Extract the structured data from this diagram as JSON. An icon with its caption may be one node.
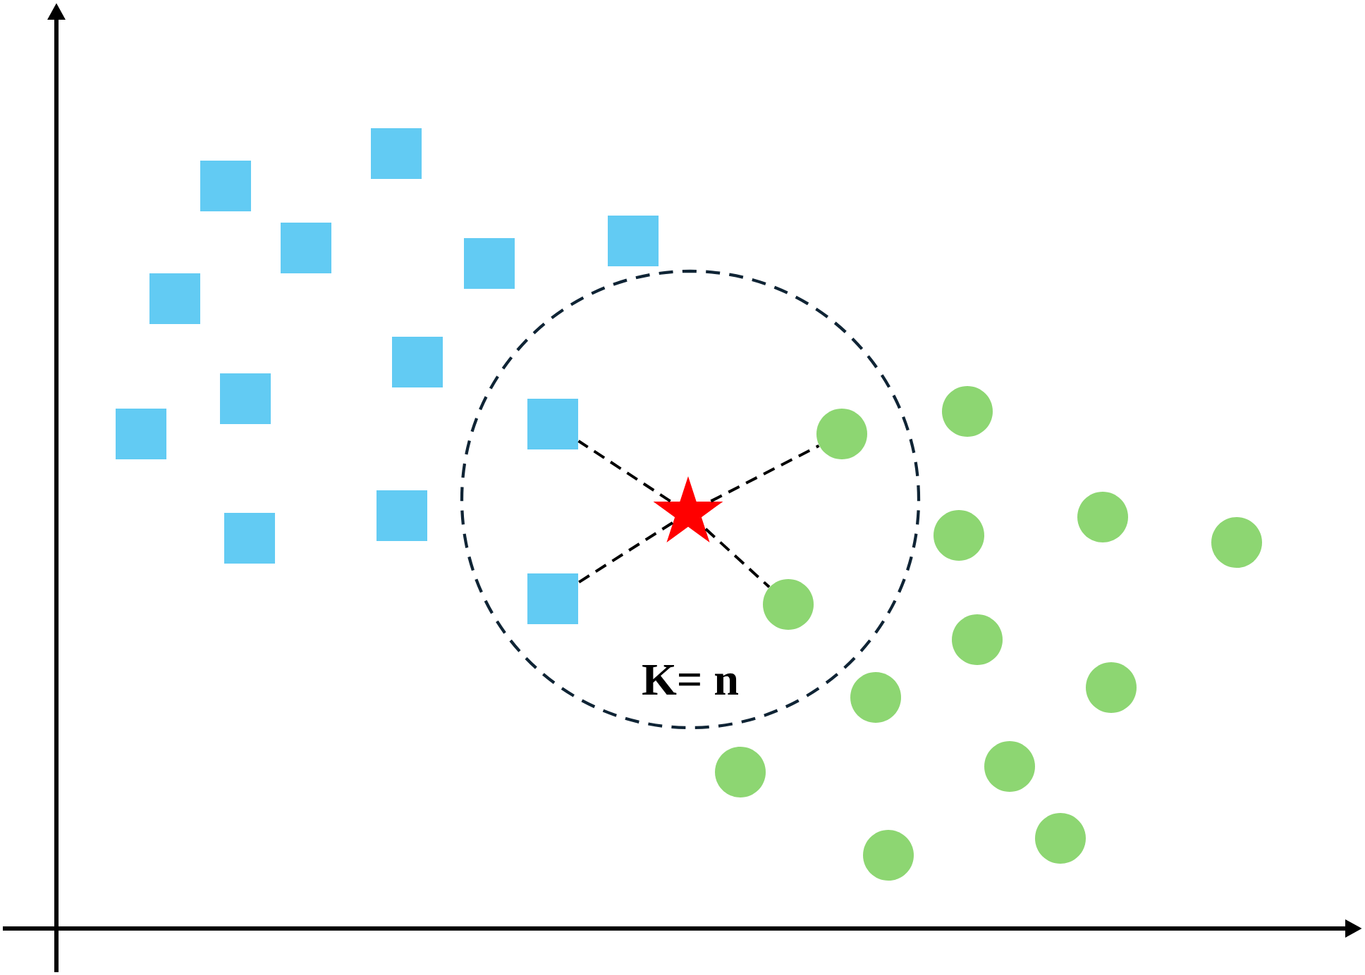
{
  "diagram": {
    "nodes": [
      {
        "text": [
          "K= n"
        ]
      },
      {
        "text": [],
        "shape": "square"
      },
      {
        "text": [],
        "shape": "square"
      },
      {
        "text": [],
        "shape": "square"
      },
      {
        "text": [],
        "shape": "square"
      },
      {
        "text": [],
        "shape": "square"
      },
      {
        "text": [],
        "shape": "square"
      },
      {
        "text": [],
        "shape": "square"
      },
      {
        "text": [],
        "shape": "square"
      },
      {
        "text": [],
        "shape": "square",
        "in": 0
      },
      {
        "text": [],
        "shape": "square"
      },
      {
        "text": [],
        "shape": "square"
      },
      {
        "text": [],
        "shape": "square"
      },
      {
        "text": [],
        "shape": "square",
        "in": 0
      },
      {
        "text": [],
        "shape": "star",
        "in": 0
      },
      {
        "text": [],
        "shape": "circle"
      },
      {
        "text": [],
        "shape": "circle",
        "in": 0
      },
      {
        "text": [],
        "shape": "circle"
      },
      {
        "text": [],
        "shape": "circle"
      },
      {
        "text": [],
        "shape": "circle"
      },
      {
        "text": [],
        "shape": "circle",
        "in": 0
      },
      {
        "text": [],
        "shape": "circle"
      },
      {
        "text": [],
        "shape": "circle"
      },
      {
        "text": [],
        "shape": "circle"
      },
      {
        "text": [],
        "shape": "circle"
      },
      {
        "text": [],
        "shape": "circle"
      },
      {
        "text": [],
        "shape": "circle"
      },
      {
        "text": [],
        "shape": "circle"
      }
    ],
    "edges": [
      {
        "from": 14,
        "to": 9,
        "arrow": "none",
        "style": "dashed"
      },
      {
        "from": 14,
        "to": 13,
        "arrow": "none",
        "style": "dashed"
      },
      {
        "from": 14,
        "to": 16,
        "arrow": "none",
        "style": "dashed"
      },
      {
        "from": 14,
        "to": 20,
        "arrow": "none",
        "style": "dashed"
      }
    ]
  }
}
